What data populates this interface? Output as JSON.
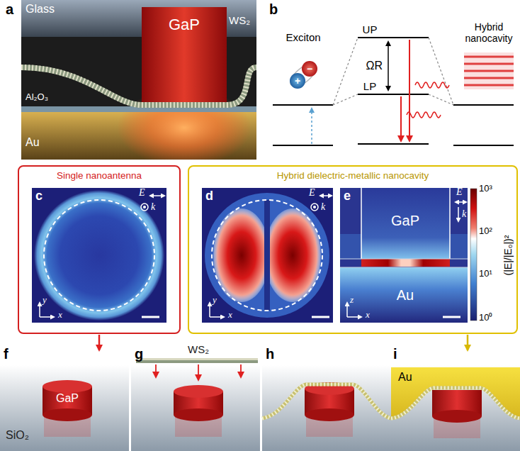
{
  "diagram": {
    "nodes": [
      {
        "text": [
          "Single nanoantenna"
        ]
      },
      {
        "text": [
          "Hybrid dielectric-metallic nanocavity"
        ]
      }
    ],
    "labels": [
      "a",
      "Glass",
      "GaP",
      "WS₂",
      "Al₂O₃",
      "Au",
      "b",
      "Exciton",
      "UP",
      "ΩR",
      "LP",
      "Hybrid nanocavity",
      "c",
      "E",
      "k",
      "y",
      "x",
      "d",
      "E",
      "k",
      "y",
      "x",
      "e",
      "E",
      "k",
      "GaP",
      "Au",
      "z",
      "x",
      "10³",
      "10²",
      "10¹",
      "10⁰",
      "(|E|/|E₀|)²",
      "f",
      "GaP",
      "SiO₂",
      "g",
      "WS₂",
      "h",
      "i",
      "Au",
      "−",
      "+"
    ]
  }
}
